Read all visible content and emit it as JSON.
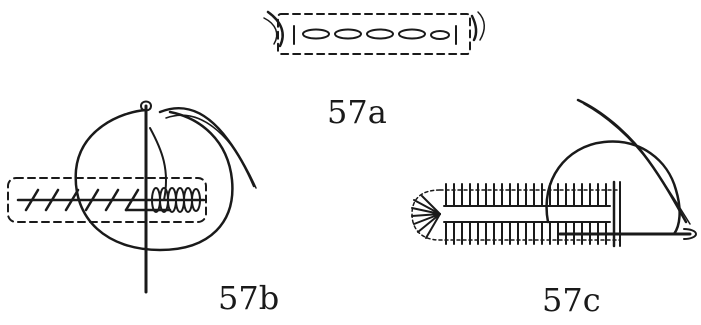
{
  "figures": {
    "a": {
      "label": "57a"
    },
    "b": {
      "label": "57b"
    },
    "c": {
      "label": "57c"
    }
  },
  "colors": {
    "ink": "#1a1a1a",
    "background": "#ffffff"
  }
}
